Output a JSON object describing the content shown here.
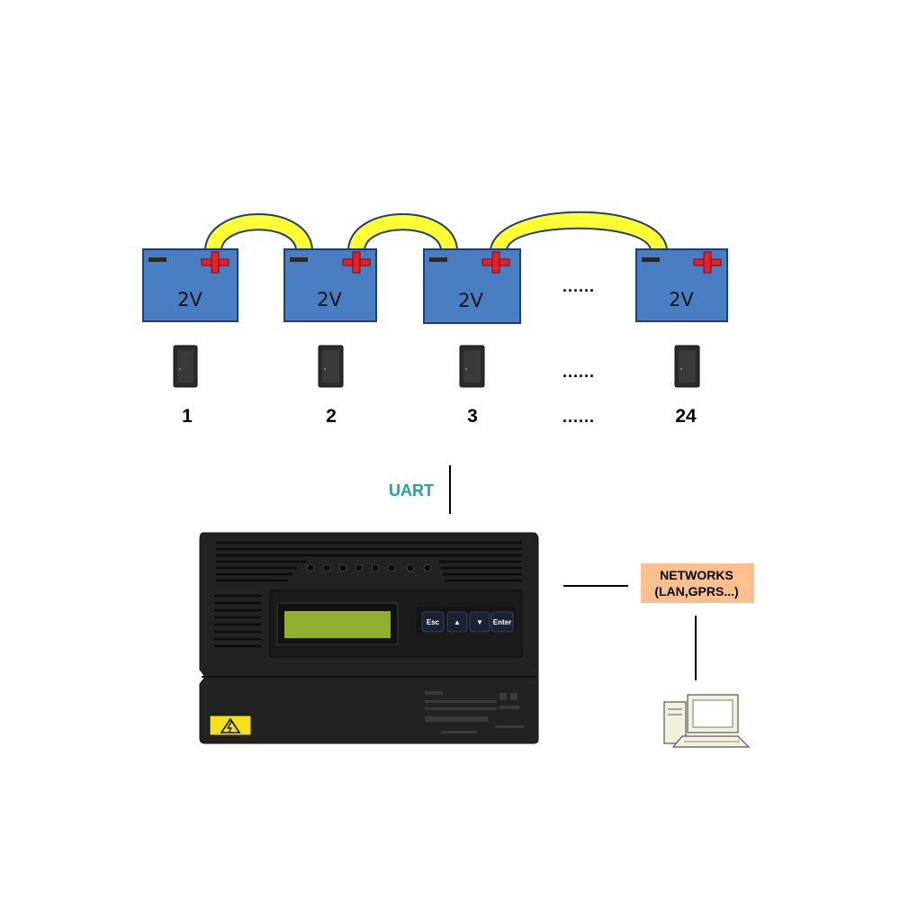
{
  "batteries": [
    {
      "voltage": "2V"
    },
    {
      "voltage": "2V"
    },
    {
      "voltage": "2V"
    },
    {
      "voltage": "2V"
    }
  ],
  "sensors": [
    {
      "number": "1"
    },
    {
      "number": "2"
    },
    {
      "number": "3"
    },
    {
      "number": "24"
    }
  ],
  "ellipsis": "......",
  "uart_label": "UART",
  "network": {
    "line1": "NETWORKS",
    "line2": "(LAN,GPRS...)"
  },
  "keypad": {
    "esc": "Esc",
    "up": "▲",
    "down": "▼",
    "enter": "Enter"
  },
  "colors": {
    "battery_fill": "#4a7ec2",
    "battery_stroke": "#1f3f72",
    "link_fill": "#ffff33",
    "network_box": "#fcc08f",
    "uart_text": "#1fa2a6",
    "lcd": "#8fb12f"
  },
  "icons": {
    "warning": "high-voltage-warning-icon",
    "computer": "desktop-computer-icon",
    "plus": "plus-terminal-icon",
    "minus": "minus-terminal-icon"
  }
}
